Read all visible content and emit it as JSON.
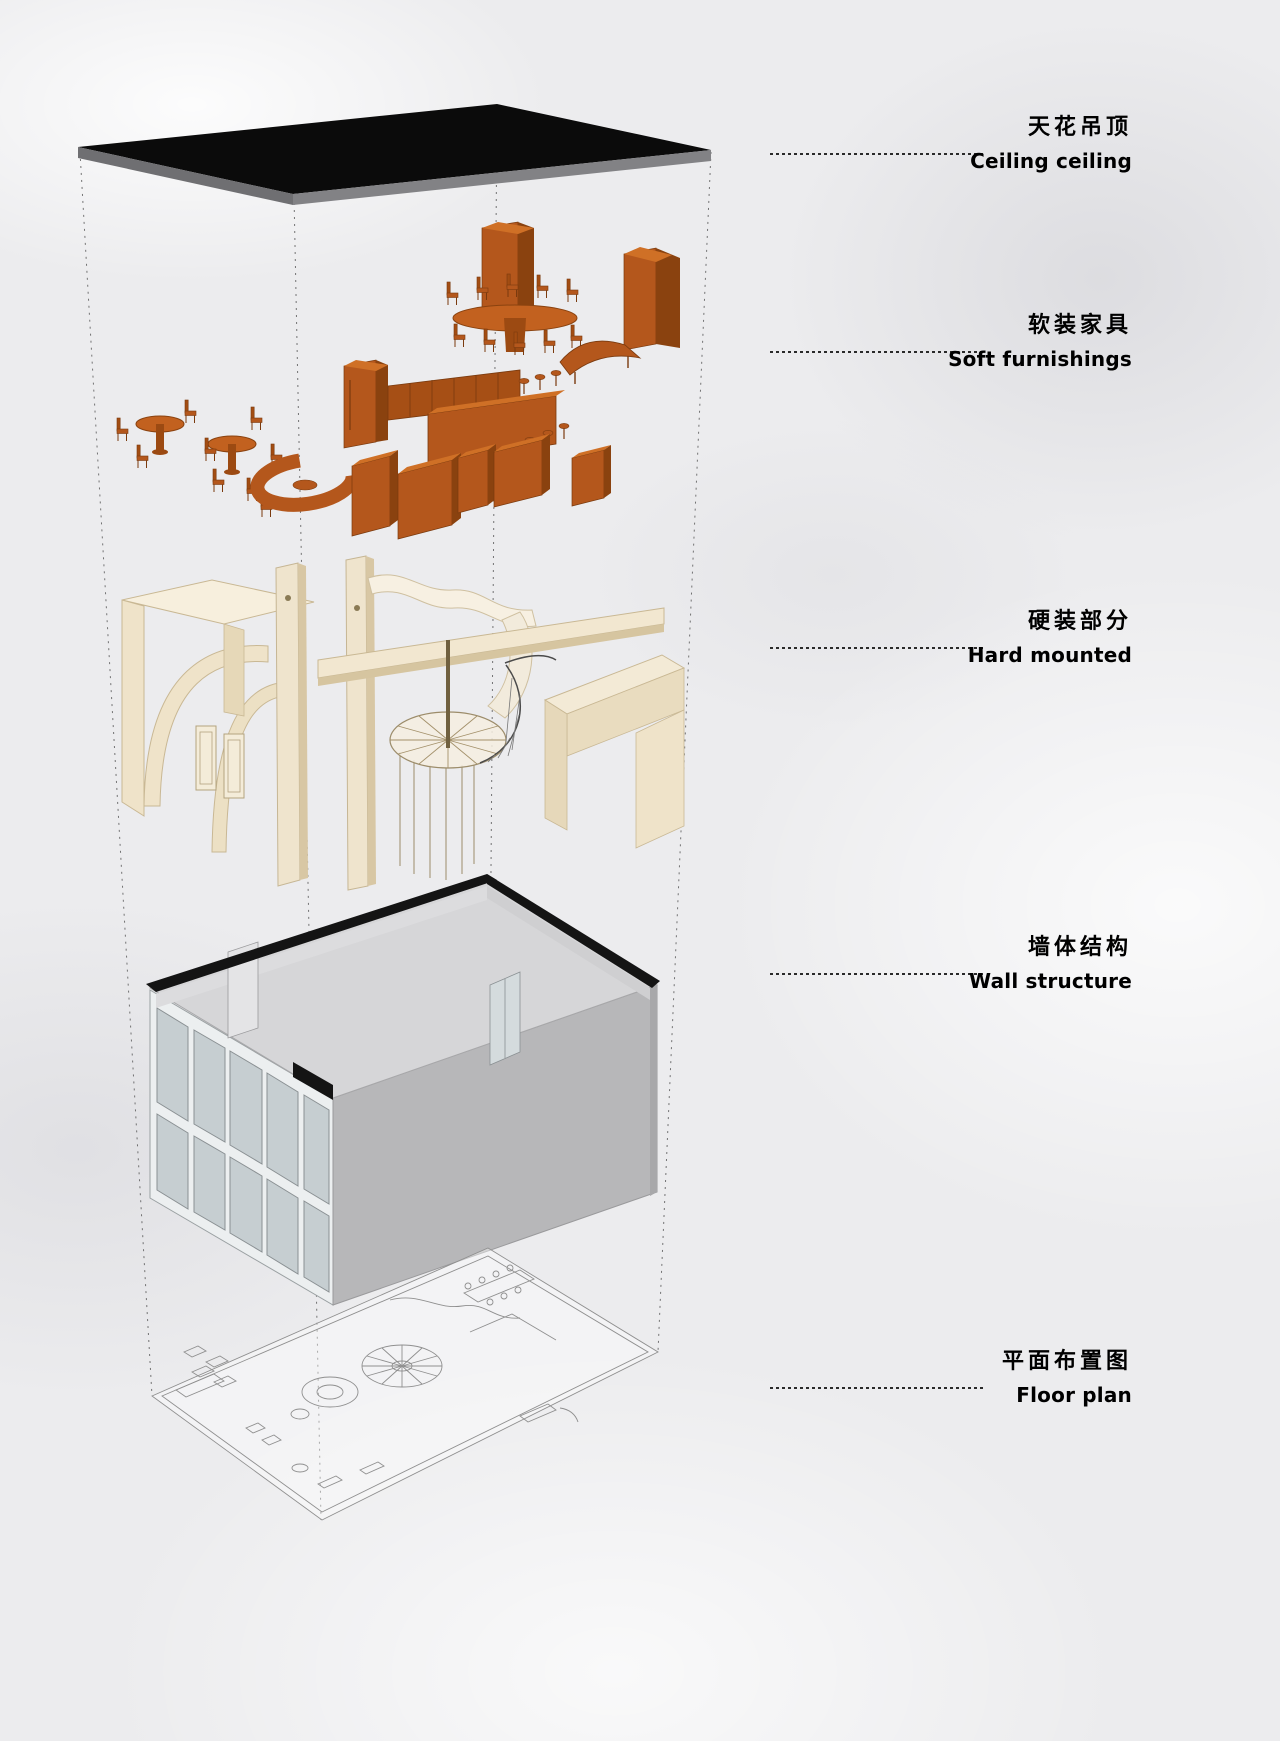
{
  "page": {
    "background": "#ececee",
    "type": "exploded-axonometric-interior-design-diagram"
  },
  "diagram": {
    "layers": [
      {
        "id": "ceiling",
        "zh": "天花吊顶",
        "en": "Ceiling ceiling"
      },
      {
        "id": "soft-furnishings",
        "zh": "软装家具",
        "en": "Soft furnishings"
      },
      {
        "id": "hard-mounted",
        "zh": "硬装部分",
        "en": "Hard mounted"
      },
      {
        "id": "wall-structure",
        "zh": "墙体结构",
        "en": "Wall structure"
      },
      {
        "id": "floor-plan",
        "zh": "平面布置图",
        "en": "Floor plan"
      }
    ],
    "colors": {
      "ceiling_slab": "#0b0b0b",
      "ceiling_edge": "#77777a",
      "furniture_orange": "#b4571c",
      "furniture_orange_dark": "#7a3a0e",
      "furniture_orange_light": "#cf7026",
      "hard_cream": "#f3e9d4",
      "hard_cream_dark": "#d8c7a4",
      "wall_gray": "#b9b9bb",
      "wall_top_black": "#141414",
      "glass_blue_gray": "#c9d1d3",
      "plan_line_gray": "#8f8f8f",
      "label_text": "#000000"
    }
  }
}
